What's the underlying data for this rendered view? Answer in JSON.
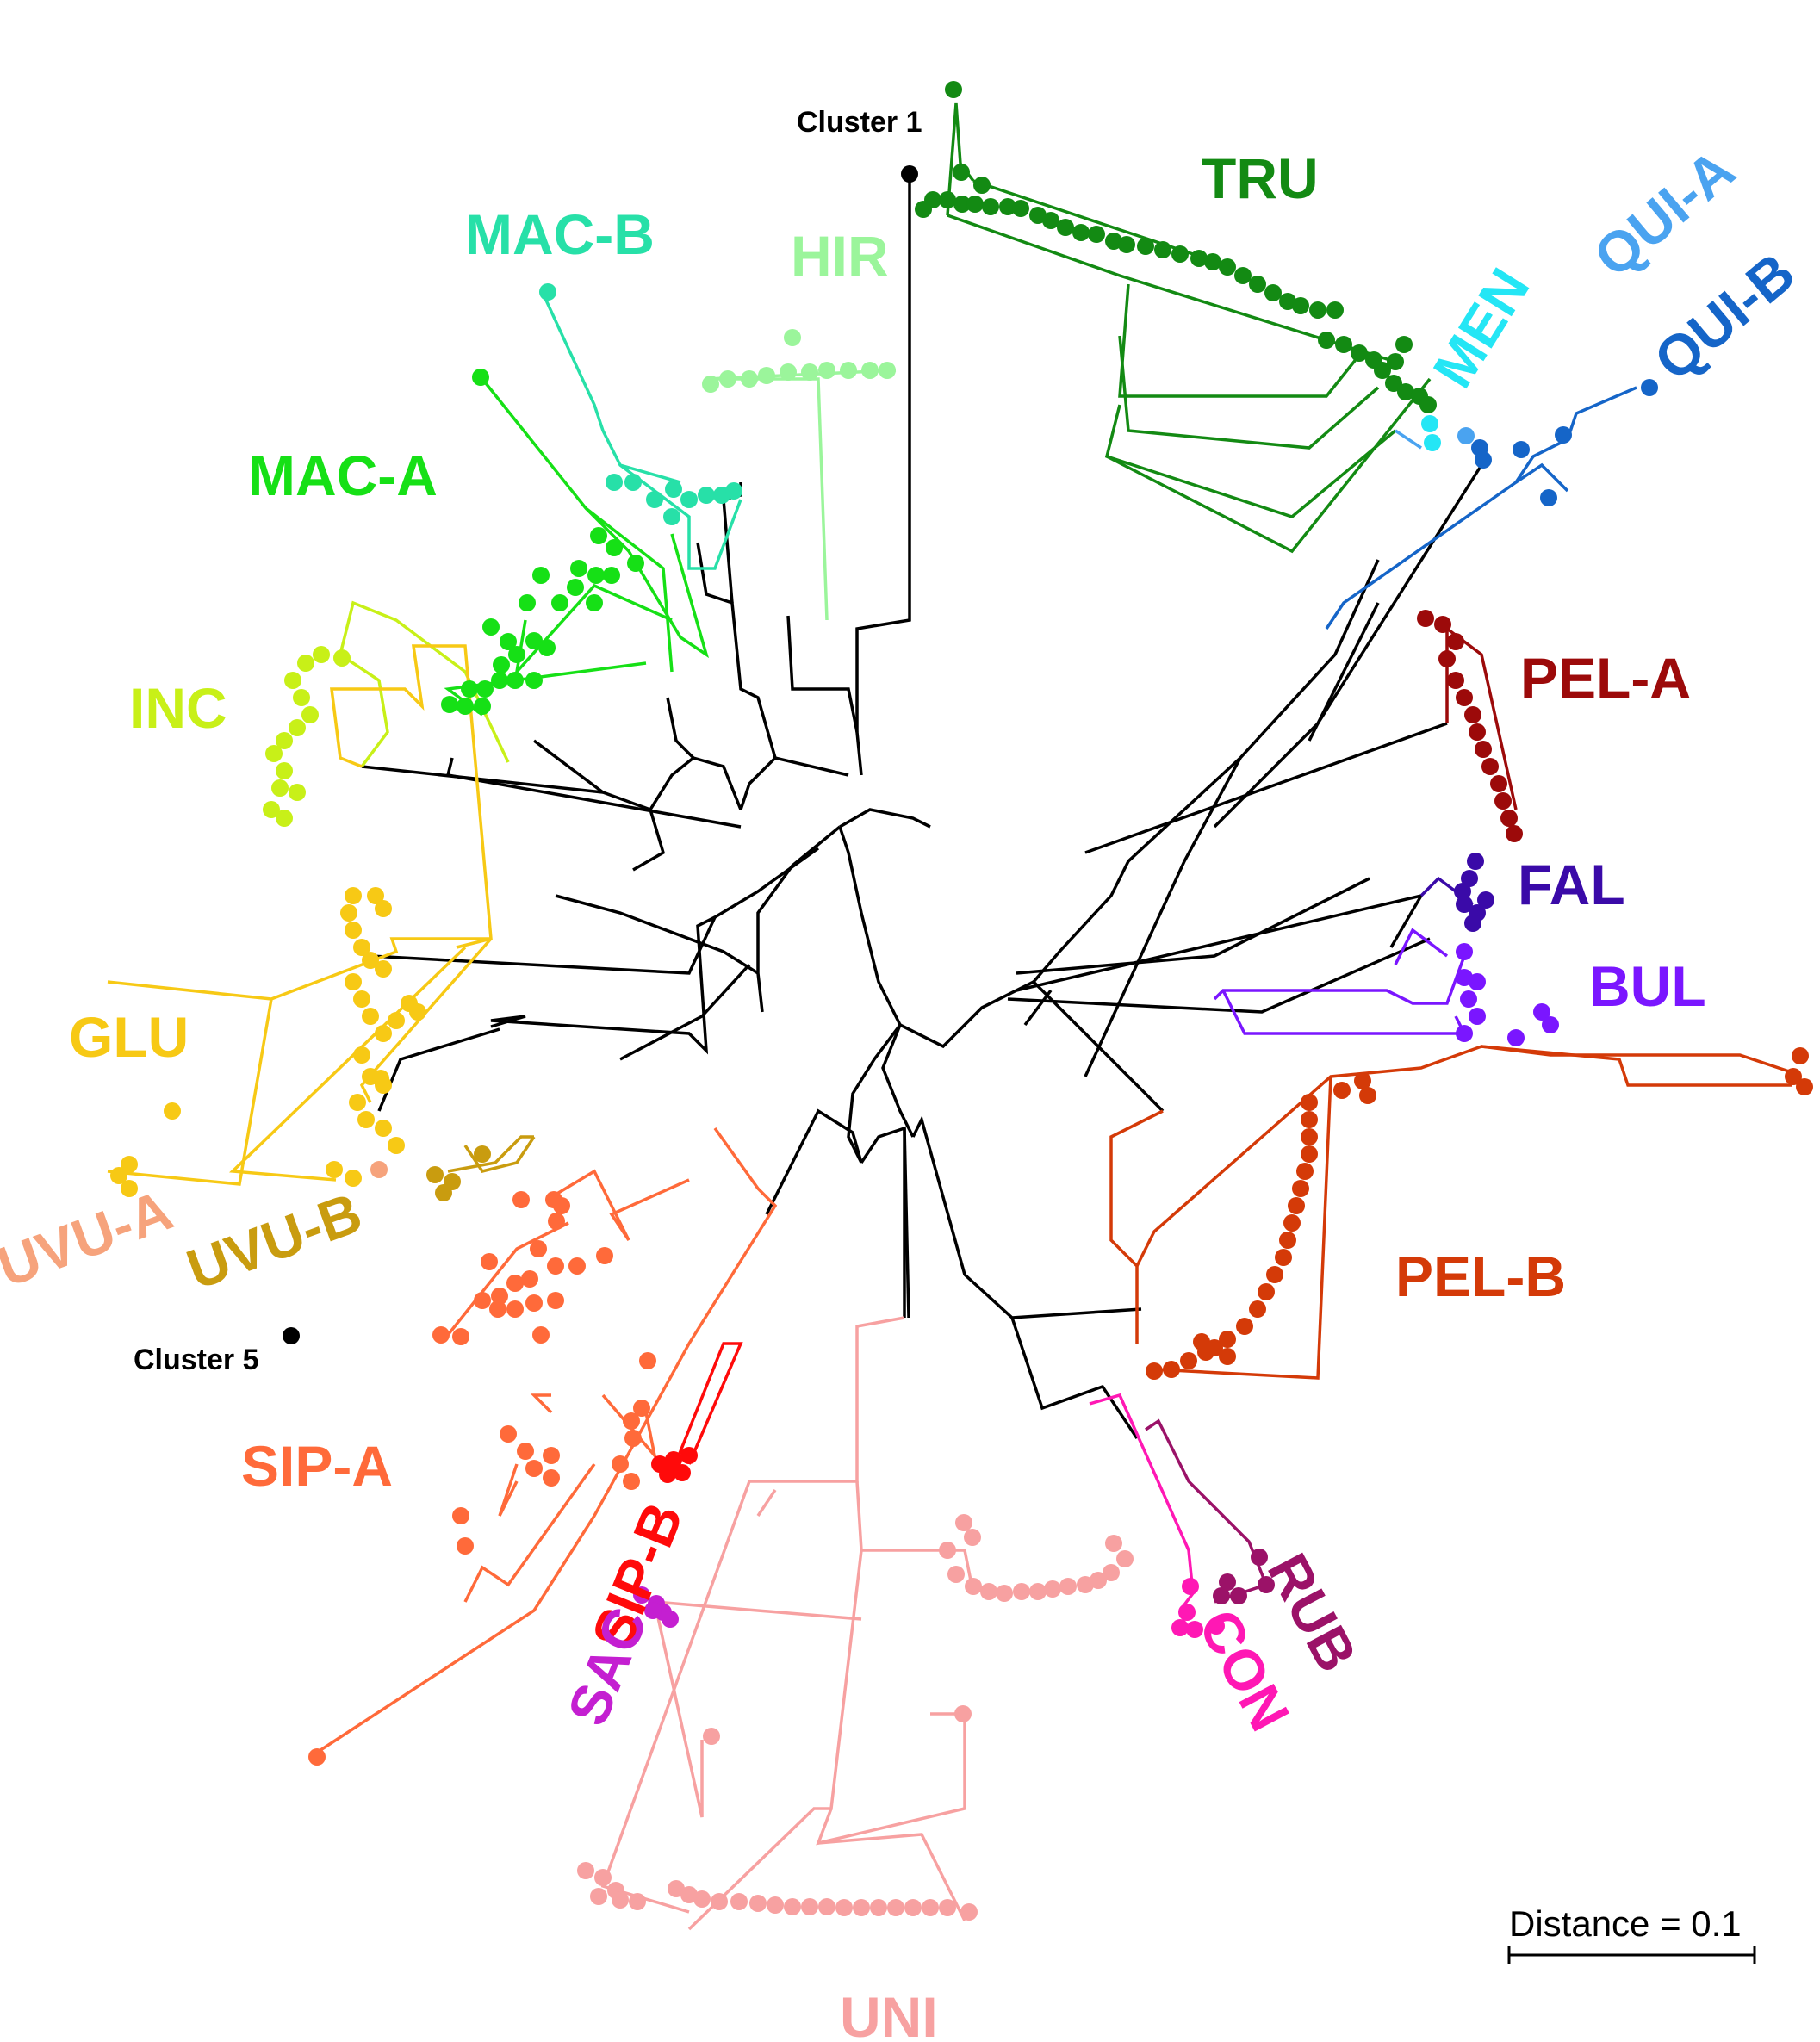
{
  "clades": [
    {
      "key": "TRU",
      "label": "TRU",
      "color": "#138a13"
    },
    {
      "key": "MAC-B",
      "label": "MAC-B",
      "color": "#27e0a8"
    },
    {
      "key": "HIR",
      "label": "HIR",
      "color": "#9bf59b"
    },
    {
      "key": "MAC-A",
      "label": "MAC-A",
      "color": "#16e016"
    },
    {
      "key": "INC",
      "label": "INC",
      "color": "#c8f018"
    },
    {
      "key": "GLU",
      "label": "GLU",
      "color": "#f7c915"
    },
    {
      "key": "UVU-A",
      "label": "UVU-A",
      "color": "#f6a37c"
    },
    {
      "key": "UVU-B",
      "label": "UVU-B",
      "color": "#c99c0f"
    },
    {
      "key": "SIP-A",
      "label": "SIP-A",
      "color": "#ff6a3a"
    },
    {
      "key": "SIP-B",
      "label": "SIP-B",
      "color": "#ff0a0a"
    },
    {
      "key": "SAC",
      "label": "SAC",
      "color": "#c41fd1"
    },
    {
      "key": "UNI",
      "label": "UNI",
      "color": "#f7a1a1"
    },
    {
      "key": "CON",
      "label": "CON",
      "color": "#ff18b4"
    },
    {
      "key": "RUB",
      "label": "RUB",
      "color": "#9b1268"
    },
    {
      "key": "PEL-B",
      "label": "PEL-B",
      "color": "#d43a08"
    },
    {
      "key": "BUL",
      "label": "BUL",
      "color": "#7a16ff"
    },
    {
      "key": "FAL",
      "label": "FAL",
      "color": "#3a0aa8"
    },
    {
      "key": "PEL-A",
      "label": "PEL-A",
      "color": "#9c0a0a"
    },
    {
      "key": "MEN",
      "label": "MEN",
      "color": "#24e6f5"
    },
    {
      "key": "QUI-A",
      "label": "QUI-A",
      "color": "#4aa3f0"
    },
    {
      "key": "QUI-B",
      "label": "QUI-B",
      "color": "#1565c8"
    }
  ],
  "clusters": [
    {
      "key": "cluster1",
      "label": "Cluster 1"
    },
    {
      "key": "cluster5",
      "label": "Cluster 5"
    }
  ],
  "scale_bar": {
    "label": "Distance = 0.1"
  },
  "branch_color": "#000000"
}
